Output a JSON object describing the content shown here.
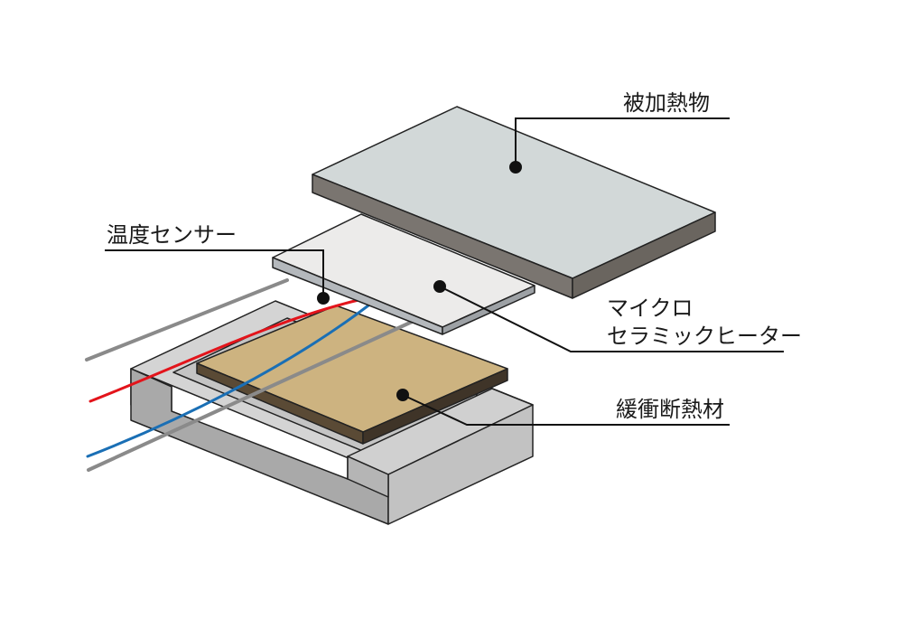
{
  "labels": {
    "heated_object": "被加熱物",
    "temperature_sensor": "温度センサー",
    "micro_ceramic_heater_line1": "マイクロ",
    "micro_ceramic_heater_line2": "セラミックヒーター",
    "buffer_insulation": "緩衝断熱材"
  },
  "colors": {
    "heated_object_top": "#d2d8d8",
    "heated_object_side": "#7a7570",
    "heater_top": "#ecebea",
    "heater_side": "#b4b8bc",
    "insulation_top": "#cdb380",
    "insulation_side": "#5a4a35",
    "base_top": "#d4d4d4",
    "base_side": "#c2c2c2",
    "base_front": "#a9a9a9",
    "wire_red": "#e3141b",
    "wire_blue": "#1a6fb5",
    "wire_gray": "#8a8a8a",
    "leader": "#111111"
  }
}
